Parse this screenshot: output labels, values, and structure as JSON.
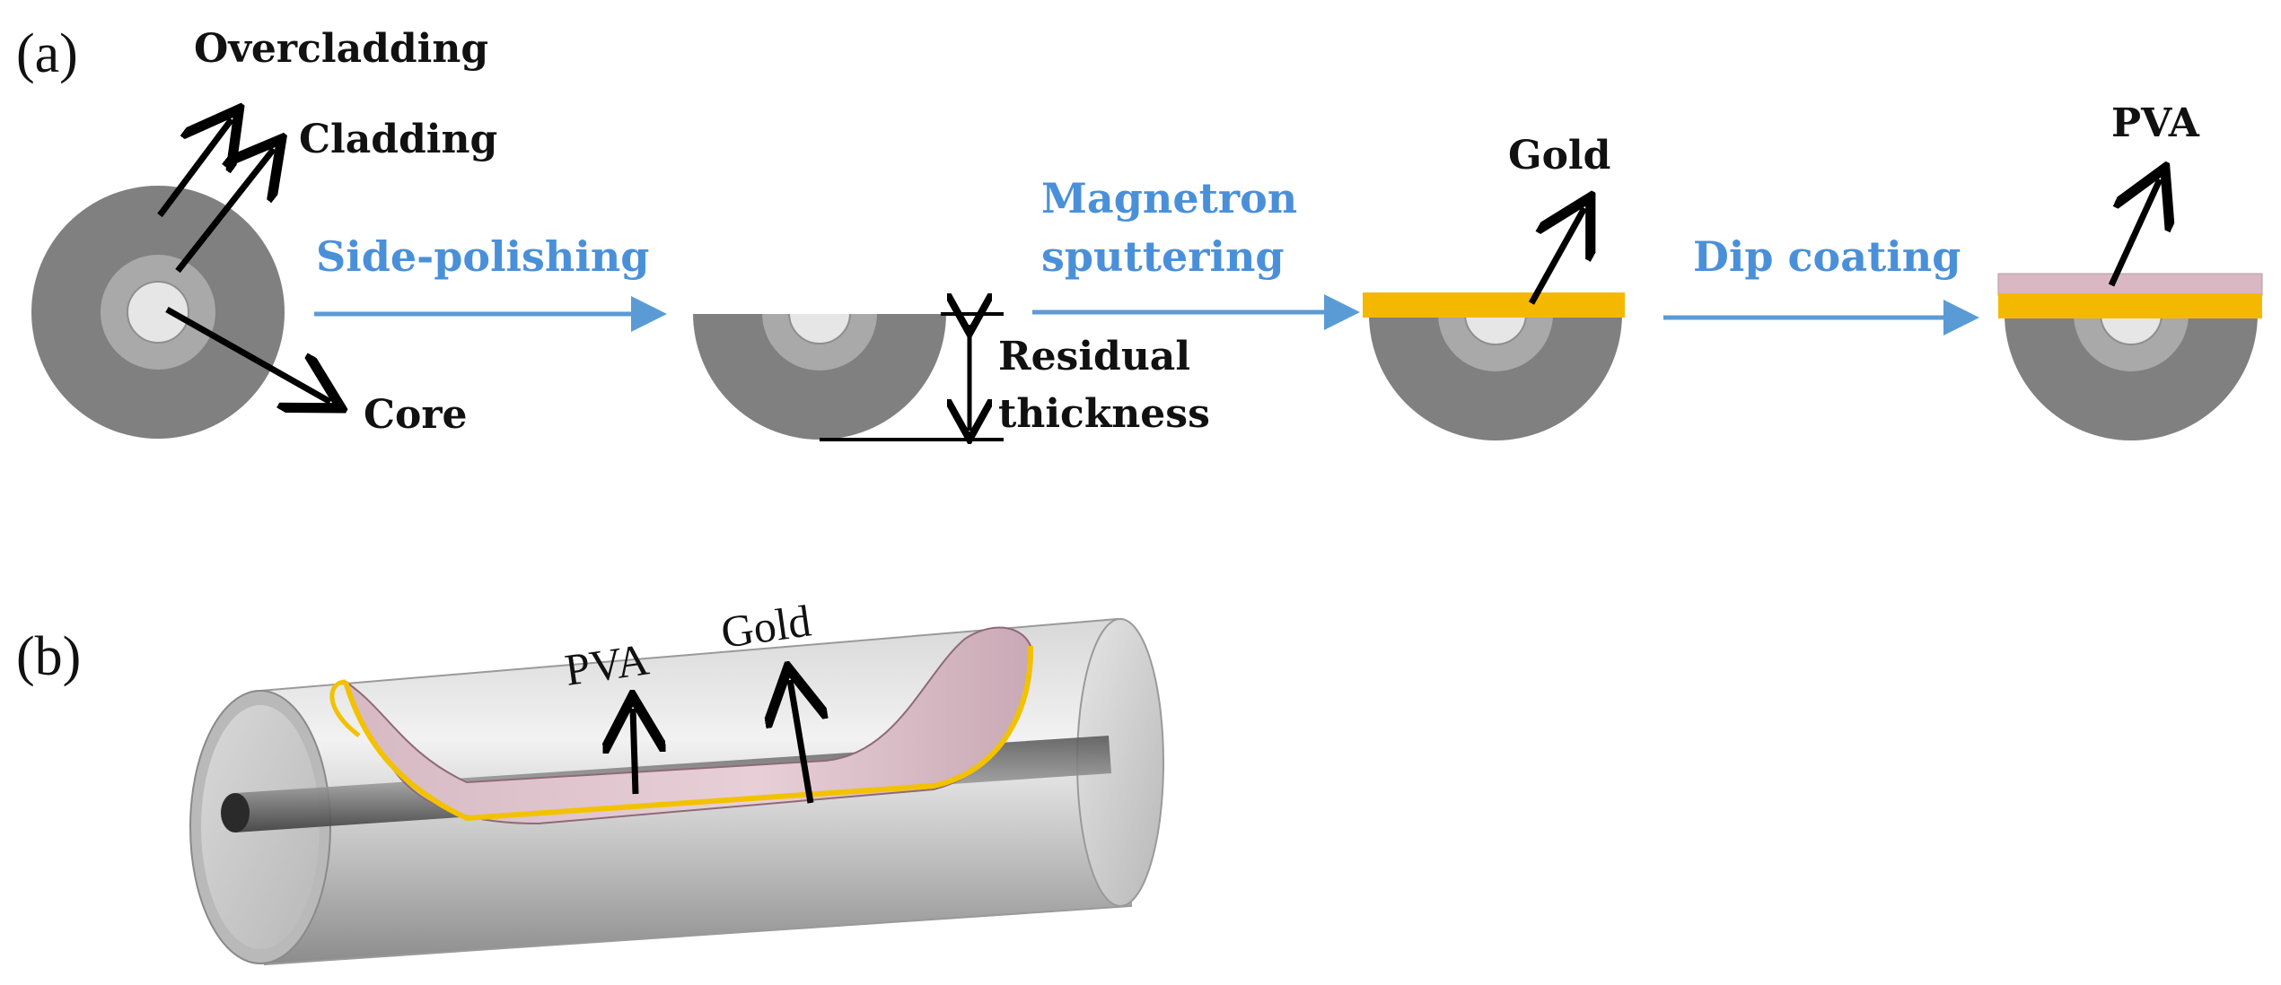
{
  "panel_a": {
    "label": "(a)",
    "fiber_parts": {
      "overcladding": "Overcladding",
      "cladding": "Cladding",
      "core": "Core"
    },
    "steps": [
      {
        "text": "Side-polishing"
      },
      {
        "text_line1": "Magnetron",
        "text_line2": "sputtering"
      },
      {
        "text": "Dip coating"
      }
    ],
    "residual": {
      "line1": "Residual",
      "line2": "thickness"
    },
    "gold_label": "Gold",
    "pva_label": "PVA"
  },
  "panel_b": {
    "label": "(b)",
    "pva_label": "PVA",
    "gold_label": "Gold"
  },
  "colors": {
    "overcladding": "#808080",
    "cladding": "#a9a9a9",
    "core": "#e6e6e6",
    "gold": "#f5b800",
    "pva": "#d9b8c4",
    "step_arrow": "#5b9bd5",
    "step_text": "#4a90d9"
  }
}
